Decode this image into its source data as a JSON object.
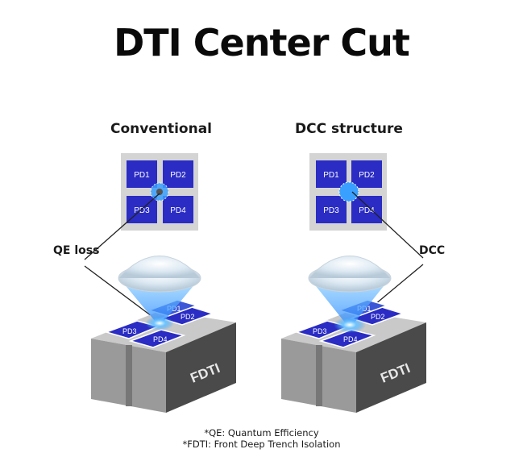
{
  "title": "DTI Center Cut",
  "panels": {
    "left": {
      "label": "Conventional",
      "callout": "QE loss"
    },
    "right": {
      "label": "DCC structure",
      "callout": "DCC"
    }
  },
  "pixels": [
    "PD1",
    "PD2",
    "PD3",
    "PD4"
  ],
  "block_label": "FDTI",
  "footnotes": [
    "*QE: Quantum Efficiency",
    "*FDTI: Front Deep Trench Isolation"
  ],
  "colors": {
    "pixel_blue": "#2a2cc4",
    "grid_gray": "#d4d4d4",
    "glow": "#3aa0ff",
    "block_dark": "#4a4a4a",
    "block_light": "#9a9a9a"
  }
}
